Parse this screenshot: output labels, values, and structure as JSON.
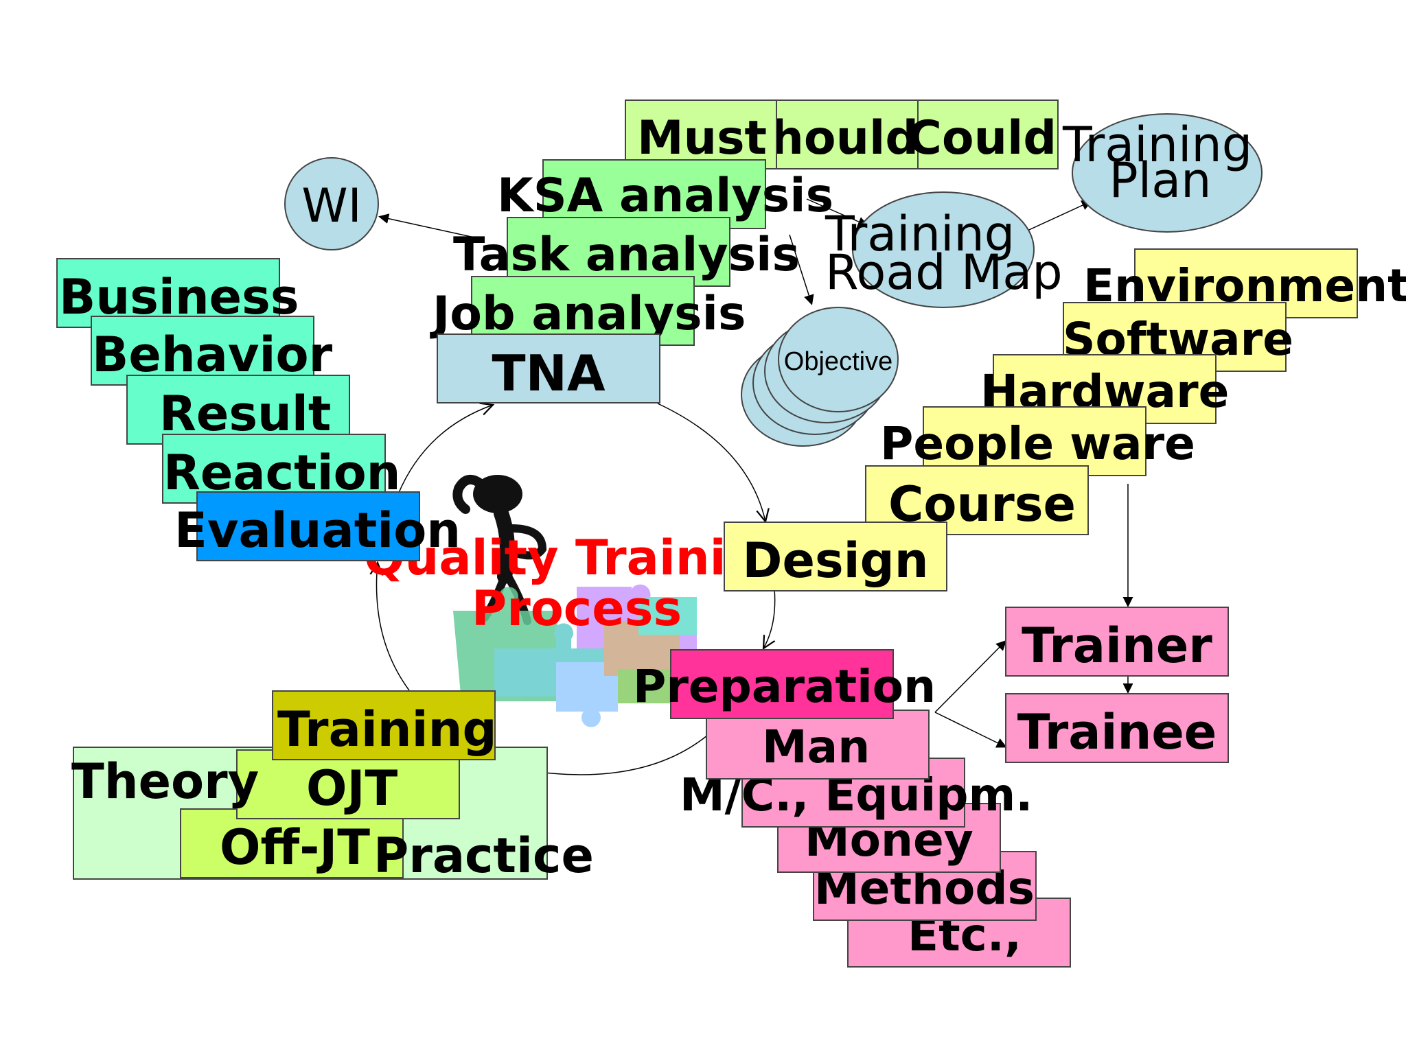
{
  "title": {
    "line1": "Quality Training",
    "line2": "Process"
  },
  "tna": {
    "label": "TNA",
    "analyses": [
      "Job analysis",
      "Task analysis",
      "KSA analysis"
    ],
    "priority": [
      "Must",
      "Should",
      "Could"
    ],
    "wi": "WI",
    "training_road_map_1": "Training",
    "training_road_map_2": "Road Map",
    "training_plan_1": "Training",
    "training_plan_2": "Plan",
    "objective": "Objective"
  },
  "design": {
    "label": "Design",
    "items": [
      "Course",
      "People ware",
      "Hardware",
      "Software",
      "Environment"
    ]
  },
  "preparation": {
    "label": "Preparation",
    "items": [
      "Man",
      "M/C., Equipm.",
      "Money",
      "Methods",
      "Etc.,"
    ],
    "trainer": "Trainer",
    "trainee": "Trainee"
  },
  "training": {
    "label": "Training",
    "theory": "Theory",
    "ojt": "OJT",
    "offjt": "Off-JT",
    "practice": "Practice"
  },
  "evaluation": {
    "label": "Evaluation",
    "levels": [
      "Reaction",
      "Result",
      "Behavior",
      "Business"
    ]
  },
  "colors": {
    "green_light": "#ccff99",
    "green_mid": "#99ff99",
    "tna_blue": "#b7dde8",
    "teal": "#66ffcc",
    "evaluation_blue": "#0099ff",
    "yellow": "#ffff99",
    "pink": "#ff99cc",
    "magenta": "#ff3399",
    "olive": "#cccc00",
    "lime": "#ccff66",
    "mint": "#ccffcc",
    "title_red": "#ff0000"
  }
}
